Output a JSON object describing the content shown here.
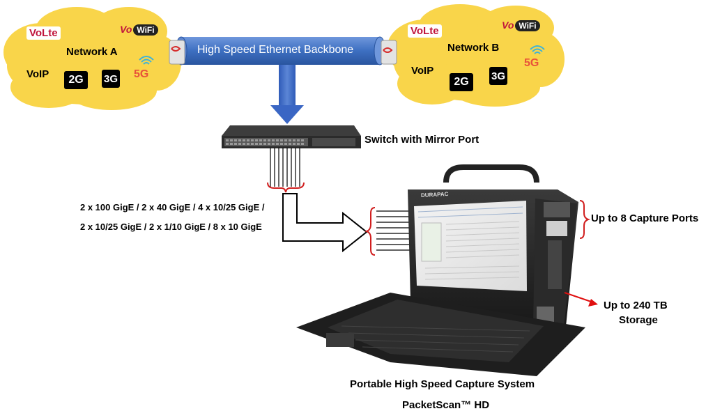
{
  "network_a": {
    "label": "Network A",
    "volte": "VoLte",
    "vowifi_vo": "Vo",
    "vowifi_wifi": "WiFi",
    "voip": "VoIP",
    "badge_2g": "2G",
    "badge_3g": "3G",
    "badge_5g": "5G"
  },
  "network_b": {
    "label": "Network B",
    "volte": "VoLte",
    "vowifi_vo": "Vo",
    "vowifi_wifi": "WiFi",
    "voip": "VoIP",
    "badge_2g": "2G",
    "badge_3g": "3G",
    "badge_5g": "5G"
  },
  "backbone": {
    "label": "High Speed Ethernet Backbone"
  },
  "switch": {
    "label": "Switch with Mirror Port"
  },
  "links": {
    "line1": "2 x 100 GigE / 2 x 40 GigE / 4 x 10/25 GigE /",
    "line2": "2 x 10/25 GigE / 2 x 1/10 GigE / 8 x 10 GigE"
  },
  "device": {
    "brand": "DURAPAC",
    "capture_ports": "Up to 8 Capture Ports",
    "storage_line1": "Up to 240 TB",
    "storage_line2": "Storage",
    "title": "Portable High Speed Capture System",
    "product": "PacketScan™ HD"
  },
  "colors": {
    "cloud": "#f9d54a",
    "backbone": "#3d6fc1",
    "arrow": "#3a66c4",
    "bracket": "#d11f1f",
    "storage_arrow": "#e01010",
    "volte_red": "#c0143c"
  }
}
